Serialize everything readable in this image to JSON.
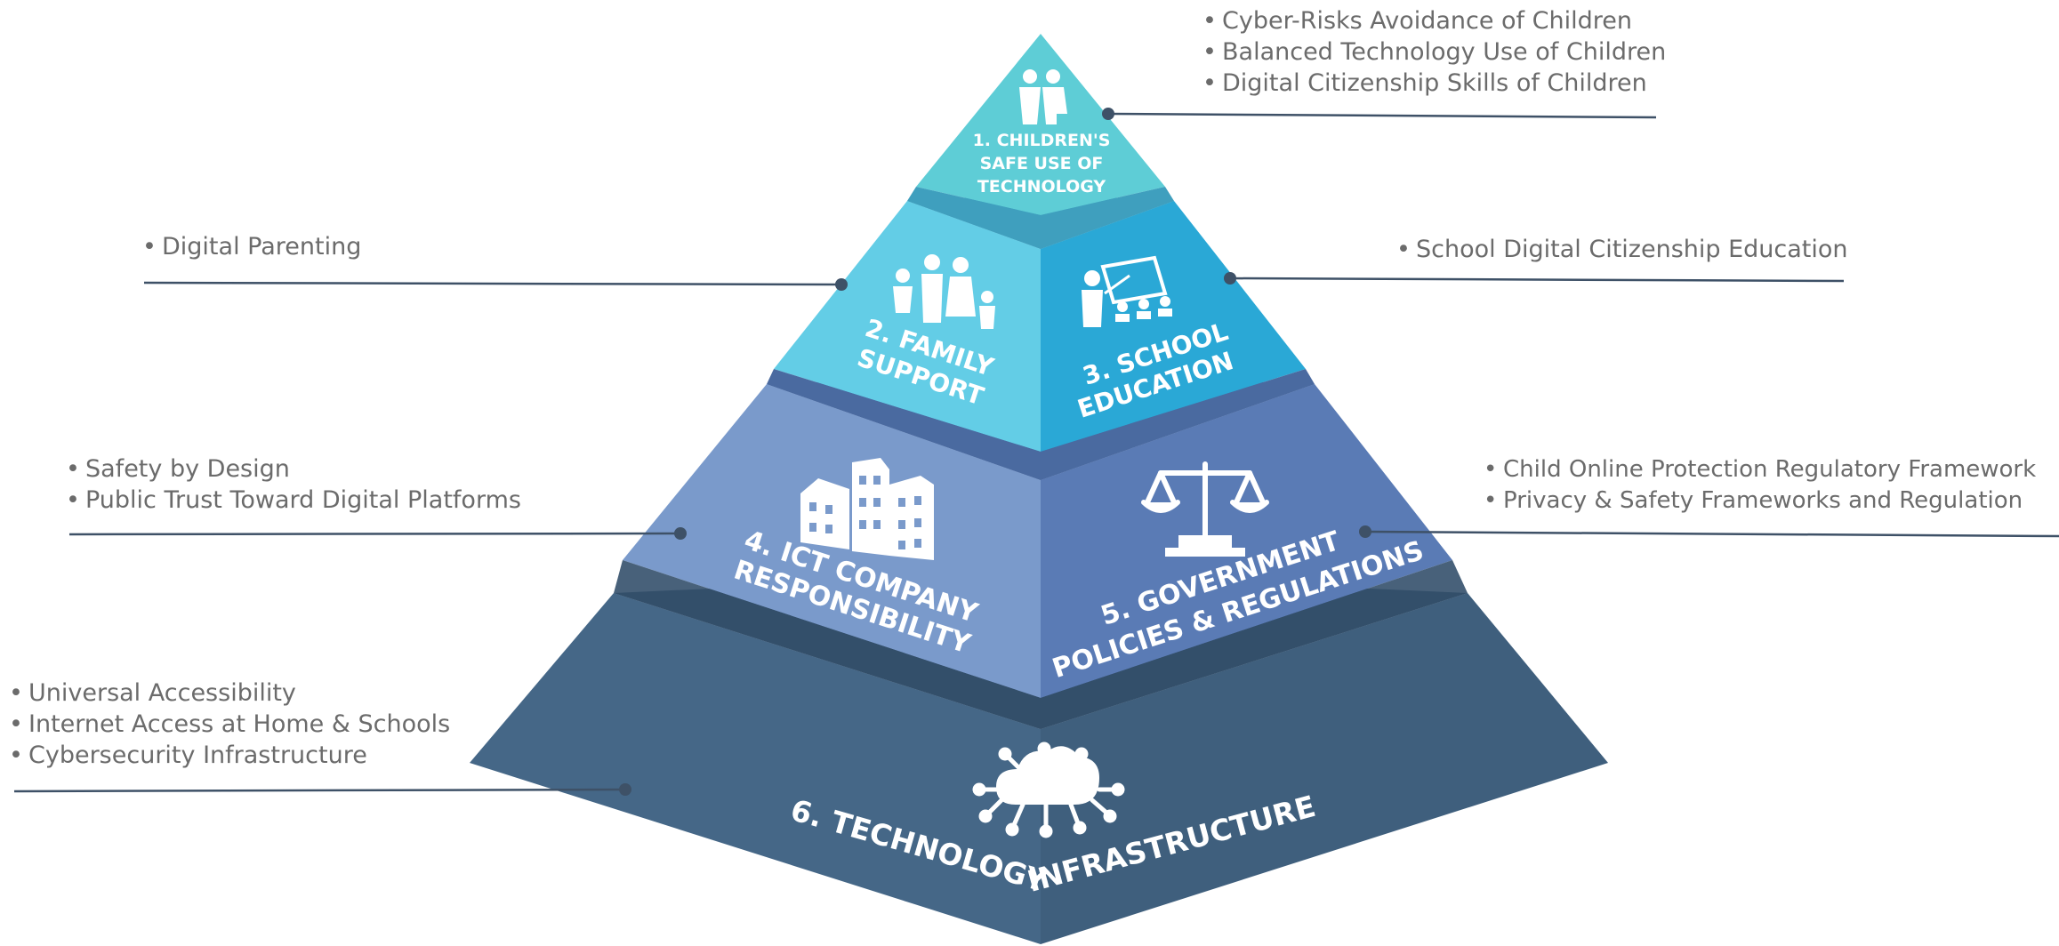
{
  "levels": [
    {
      "label": [
        "1. CHILDREN'S",
        "SAFE USE OF",
        "TECHNOLOGY"
      ],
      "notes": [
        "Cyber-Risks Avoidance of Children",
        "Balanced Technology Use of Children",
        "Digital Citizenship Skills of Children"
      ],
      "icon": "children-icon",
      "color": "#5ecdd6"
    },
    {
      "label": [
        "2. FAMILY",
        "SUPPORT"
      ],
      "notes": [
        "Digital Parenting"
      ],
      "icon": "family-icon",
      "color": "#4ec3dd"
    },
    {
      "label": [
        "3. SCHOOL",
        "EDUCATION"
      ],
      "notes": [
        "School Digital Citizenship Education"
      ],
      "icon": "classroom-icon",
      "color": "#2aa6d3"
    },
    {
      "label": [
        "4.  ICT COMPANY",
        "RESPONSIBILITY"
      ],
      "notes": [
        "Safety by Design",
        "Public Trust Toward Digital Platforms"
      ],
      "icon": "buildings-icon",
      "color": "#7797c8"
    },
    {
      "label": [
        "5. GOVERNMENT",
        "POLICIES & REGULATIONS"
      ],
      "notes": [
        "Child Online Protection Regulatory Framework",
        "Privacy & Safety Frameworks and Regulation"
      ],
      "icon": "scales-icon",
      "color": "#5878b3"
    },
    {
      "label": [
        "6. TECHNOLOGY",
        "INFRASTRUCTURE"
      ],
      "notes": [
        "Universal Accessibility",
        "Internet Access at Home & Schools",
        "Cybersecurity Infrastructure"
      ],
      "icon": "cloud-network-icon",
      "color": "#44637f"
    }
  ],
  "bullet": "•",
  "colors": {
    "text": "#6b6b6b",
    "leader": "#3e5167"
  }
}
